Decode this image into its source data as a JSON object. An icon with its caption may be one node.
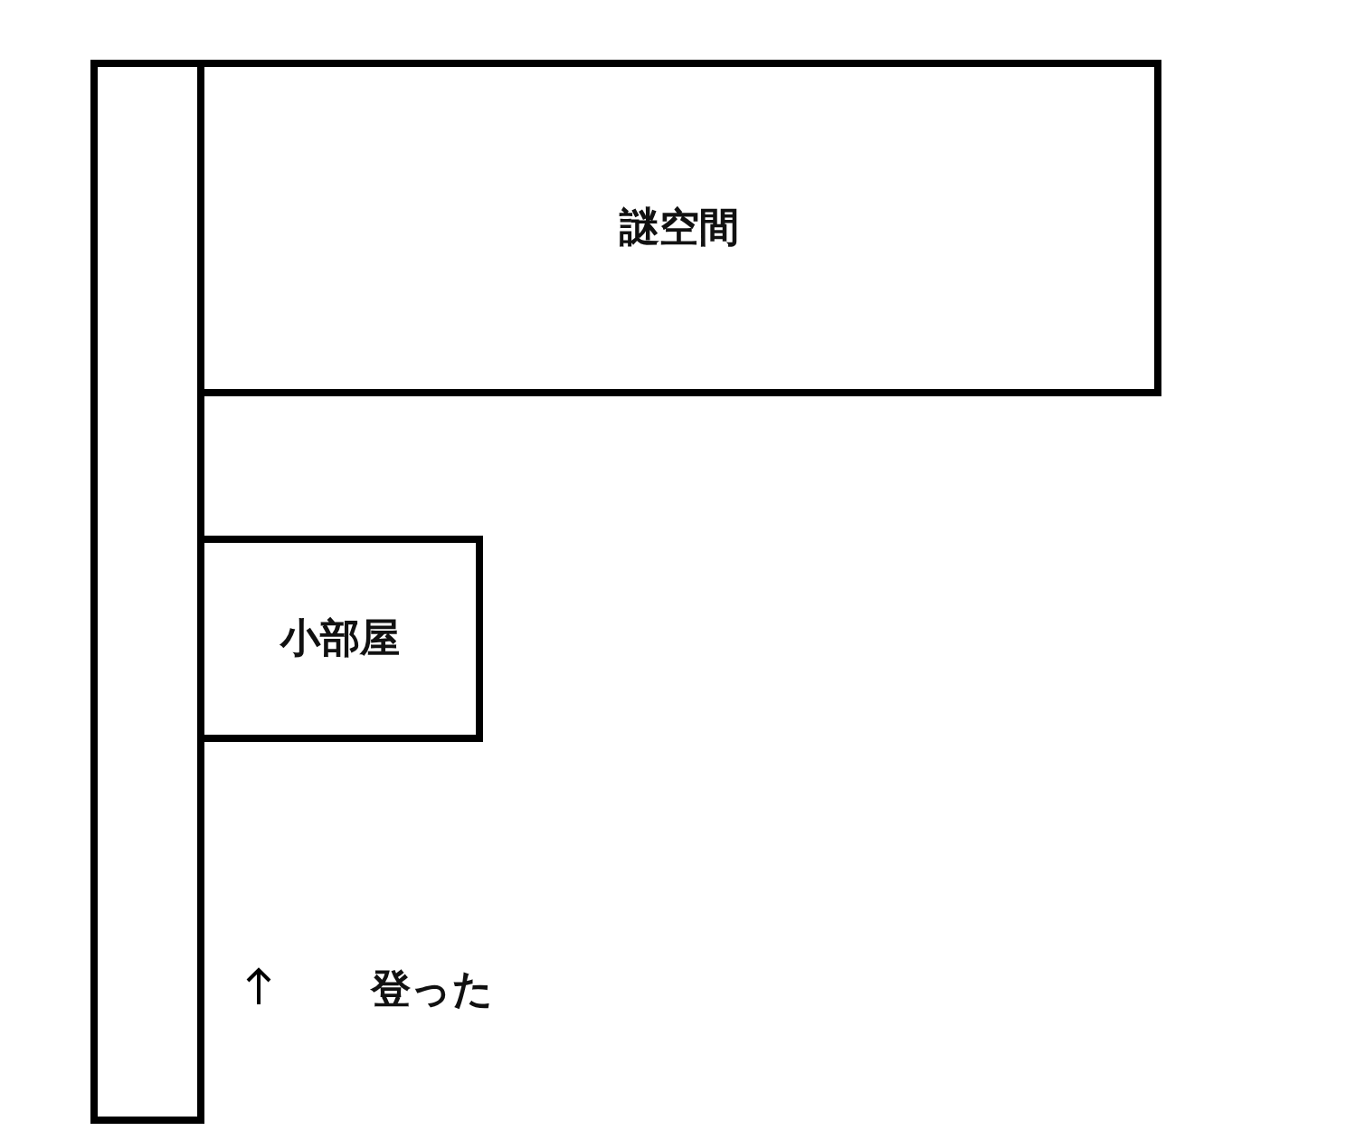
{
  "diagram": {
    "nodes": [
      {
        "text": [],
        "shape": "box"
      },
      {
        "text": [
          "謎空間"
        ]
      },
      {
        "text": [
          "小部屋"
        ]
      }
    ],
    "labels": [
      "登った"
    ]
  }
}
